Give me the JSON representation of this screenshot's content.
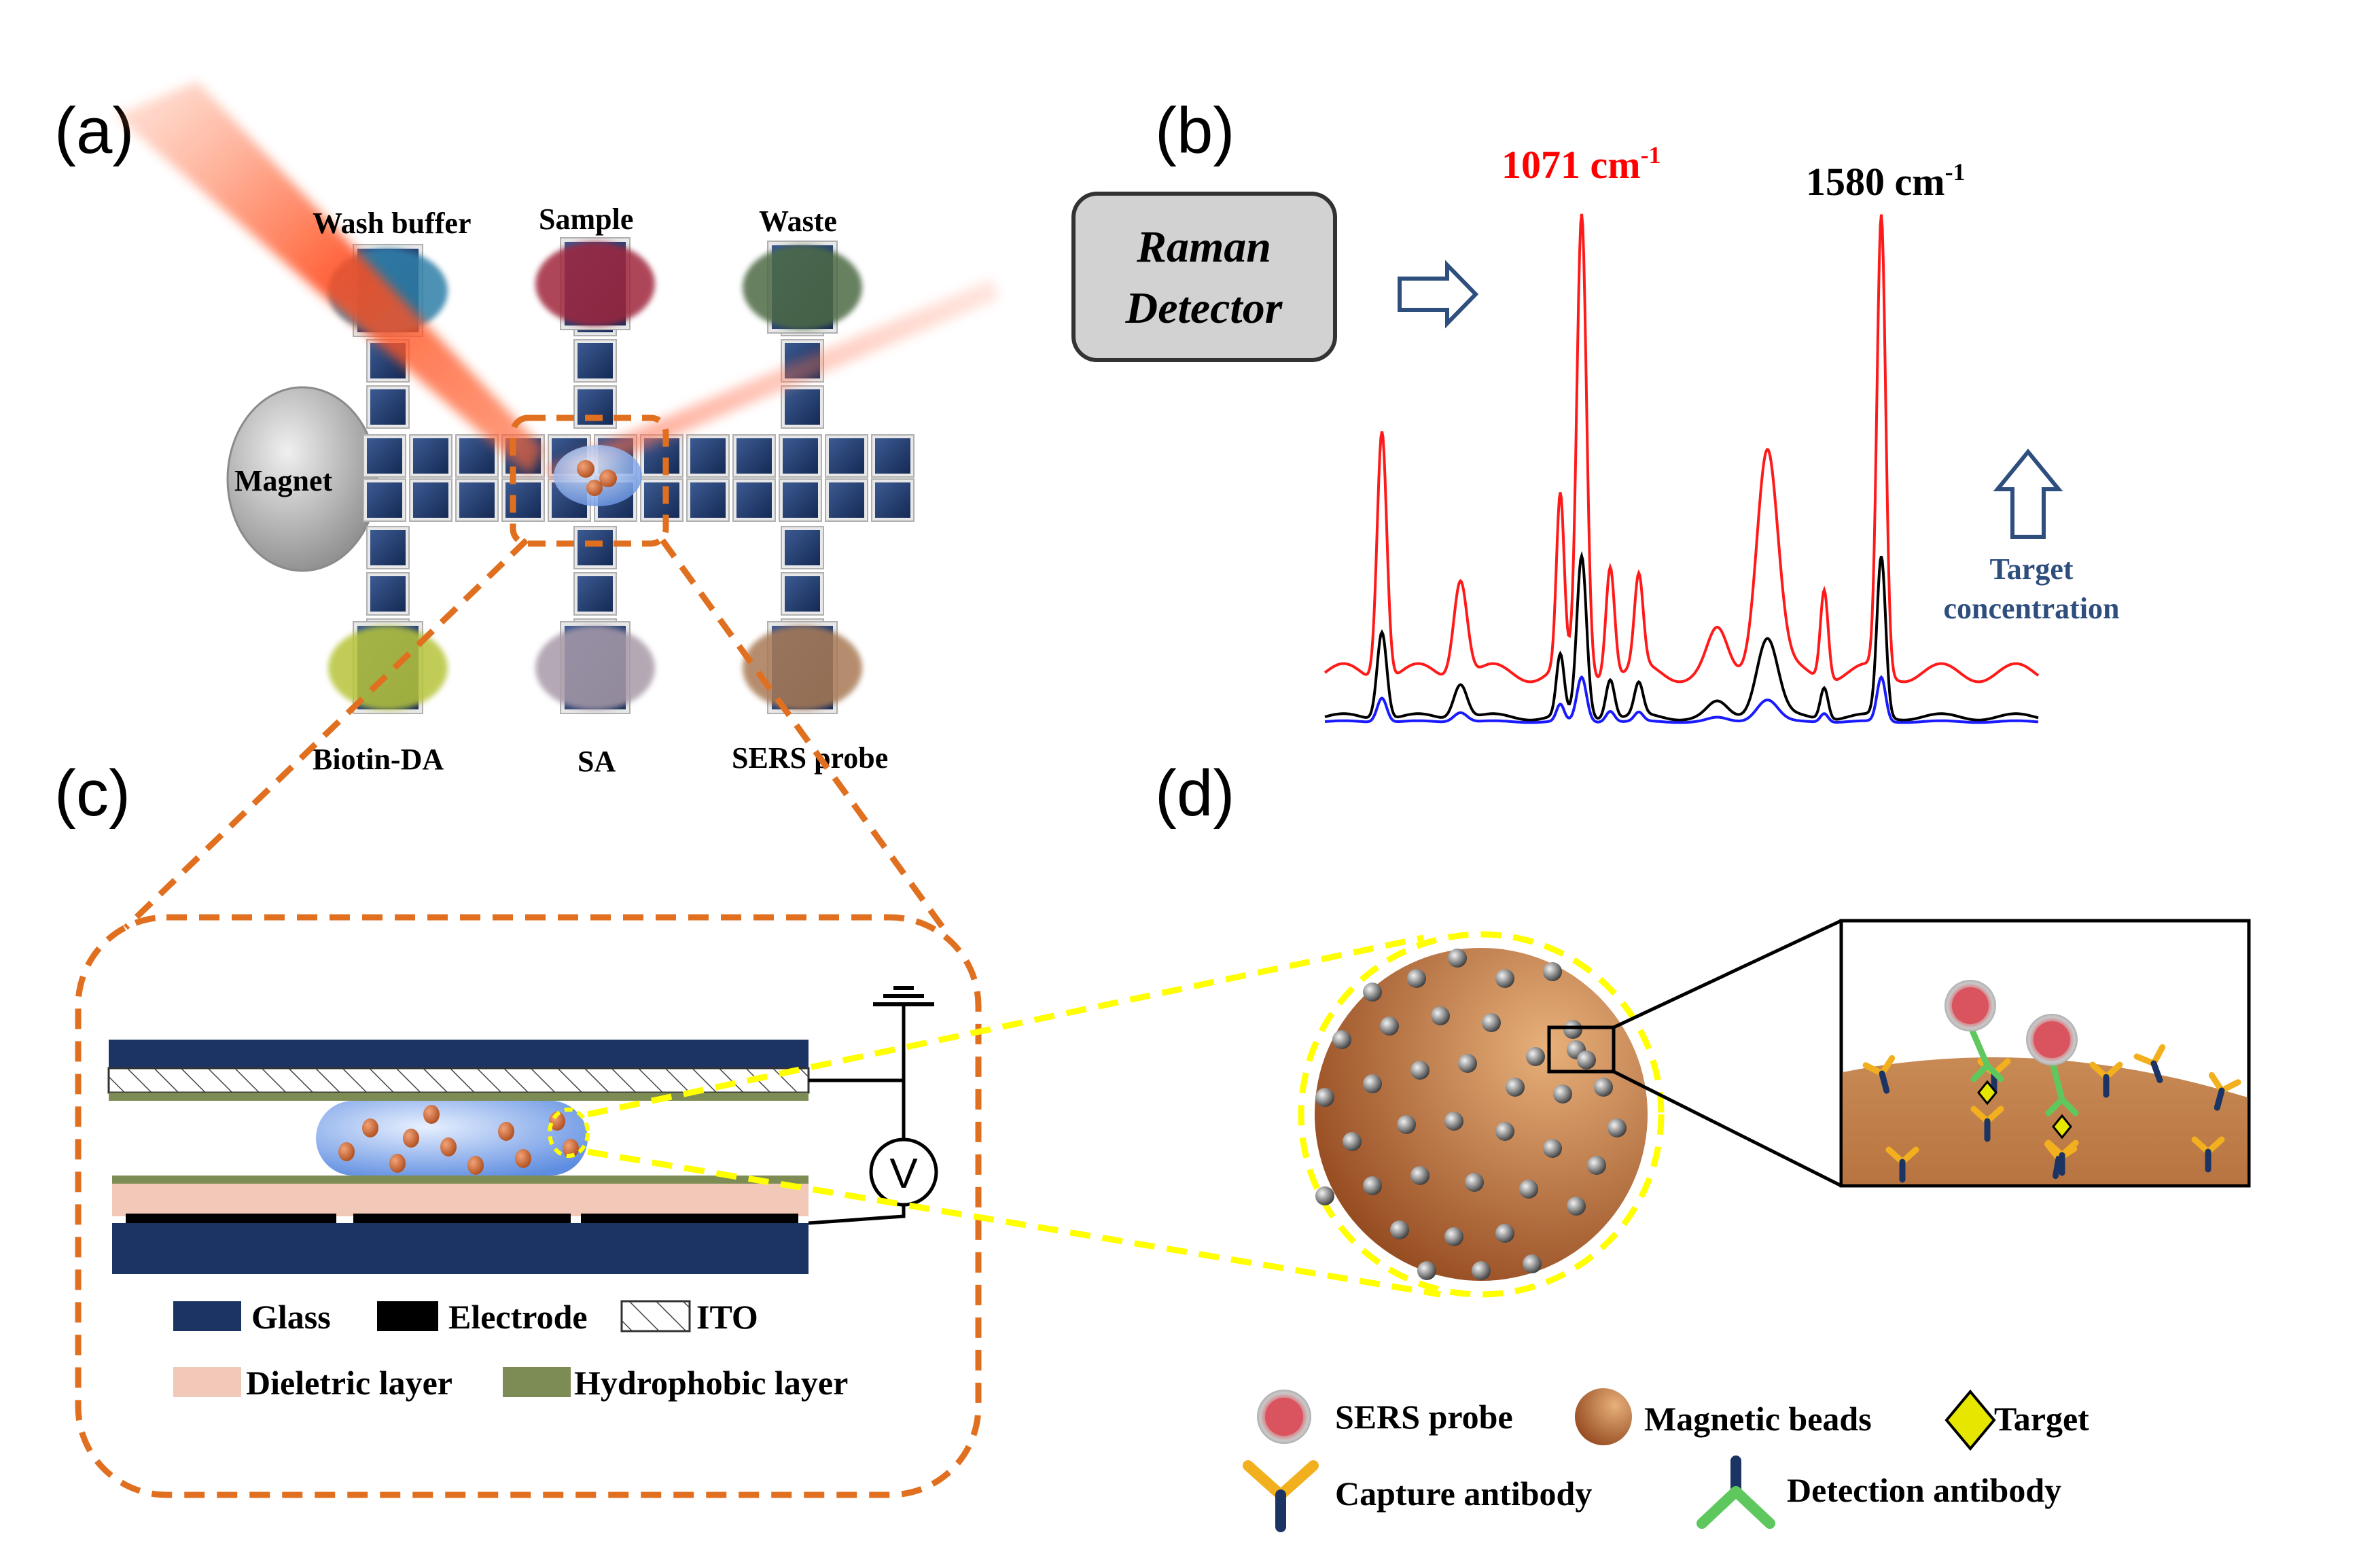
{
  "panels": {
    "a": "(a)",
    "b": "(b)",
    "c": "(c)",
    "d": "(d)"
  },
  "chip": {
    "reservoirs_top": [
      "Wash buffer",
      "Sample",
      "Waste"
    ],
    "reservoirs_bottom": [
      "Biotin-DA",
      "SA",
      "SERS probe"
    ],
    "magnet": "Magnet",
    "colors": {
      "electrode": "#1f3b6e",
      "wash_buffer": "#2f7fa8",
      "sample": "#a0283c",
      "waste": "#4d6b45",
      "biotin_da": "#b7c43a",
      "sa": "#a89aa8",
      "sers_probe": "#a97a55",
      "laser": "#ff5a2a",
      "zoom_outline": "#e07020"
    }
  },
  "raman": {
    "detector_line1": "Raman",
    "detector_line2": "Detector",
    "peak1_label": "1071 cm",
    "peak1_sup": "-1",
    "peak2_label": "1580 cm",
    "peak2_sup": "-1",
    "arrow_label_line1": "Target",
    "arrow_label_line2": "concentration",
    "colors": {
      "high": "#ff1a1a",
      "mid": "#000000",
      "low": "#1a1aff",
      "peak1_text": "#ff0000",
      "arrow": "#2e4e7e"
    }
  },
  "cross_section": {
    "voltage_symbol": "V",
    "legend": {
      "glass": "Glass",
      "electrode": "Electrode",
      "ito": "ITO",
      "dielectric": "Dieletric layer",
      "hydrophobic": "Hydrophobic layer"
    },
    "colors": {
      "glass": "#1c3463",
      "electrode": "#000000",
      "dielectric": "#f2c9b8",
      "hydrophobic": "#7d8c55"
    }
  },
  "bead_panel": {
    "legend": {
      "sers_probe": "SERS probe",
      "magnetic_beads": "Magnetic beads",
      "target": "Target",
      "capture_antibody": "Capture antibody",
      "detection_antibody": "Detection antibody"
    },
    "colors": {
      "bead": "#b06a32",
      "halo": "#ffff00",
      "target": "#e6e600",
      "capture": "#f2b01e",
      "detection": "#5ec85e"
    }
  }
}
